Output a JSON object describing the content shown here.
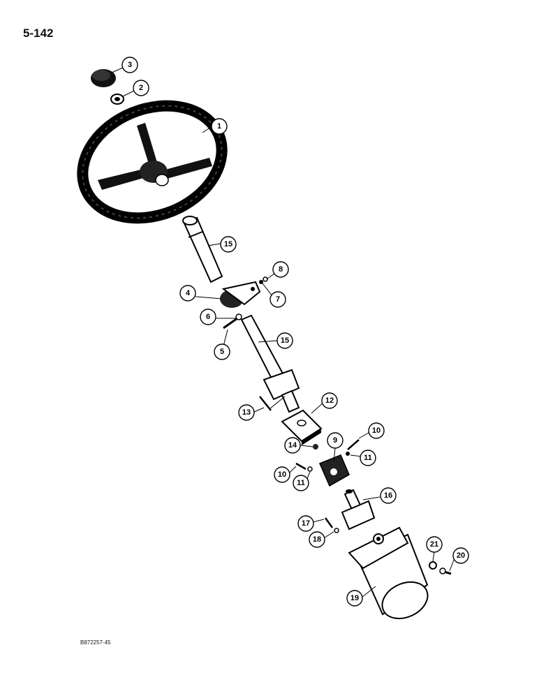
{
  "page_number": "5-142",
  "figure_code": "B872257-45",
  "callouts": [
    "1",
    "2",
    "3",
    "4",
    "5",
    "6",
    "7",
    "8",
    "9",
    "10",
    "10",
    "11",
    "11",
    "12",
    "13",
    "14",
    "15",
    "15",
    "16",
    "17",
    "18",
    "19",
    "20",
    "21"
  ]
}
